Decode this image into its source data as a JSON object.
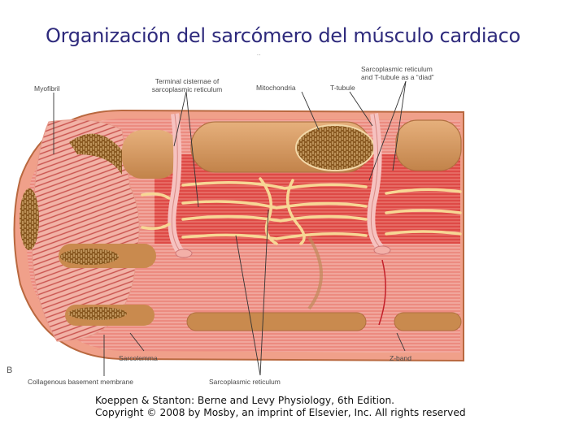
{
  "title": "Organización del sarcómero del músculo cardiaco",
  "title_marks": "˙˙",
  "labels": {
    "myofibril": "Myofibril",
    "terminal_cisternae_1": "Terminal cisternae of",
    "terminal_cisternae_2": "sarcoplasmic reticulum",
    "mitochondria": "Mitochondria",
    "t_tubule": "T-tubule",
    "diad_1": "Sarcoplasmic reticulum",
    "diad_2": "and T-tubule as a “diad”",
    "sarcolemma": "Sarcolemma",
    "collagenous": "Collagenous basement membrane",
    "sarcoplasmic_reticulum": "Sarcoplasmic reticulum",
    "z_band": "Z-band"
  },
  "panel_letter": "B",
  "credit": {
    "line1": "Koeppen & Stanton: Berne and Levy Physiology, 6th Edition.",
    "line2": "Copyright © 2008 by Mosby, an imprint of Elsevier, Inc. All rights reserved"
  },
  "colors": {
    "title": "#2e2a7c",
    "muscle_red": "#e2534f",
    "muscle_pink": "#f3a59a",
    "sheath": "#f0a08a",
    "reticulum": "#f7d795",
    "nucleus_tan": "#c98a4e",
    "mitochondria_brown": "#8a5a22",
    "leader_line": "#333333"
  }
}
